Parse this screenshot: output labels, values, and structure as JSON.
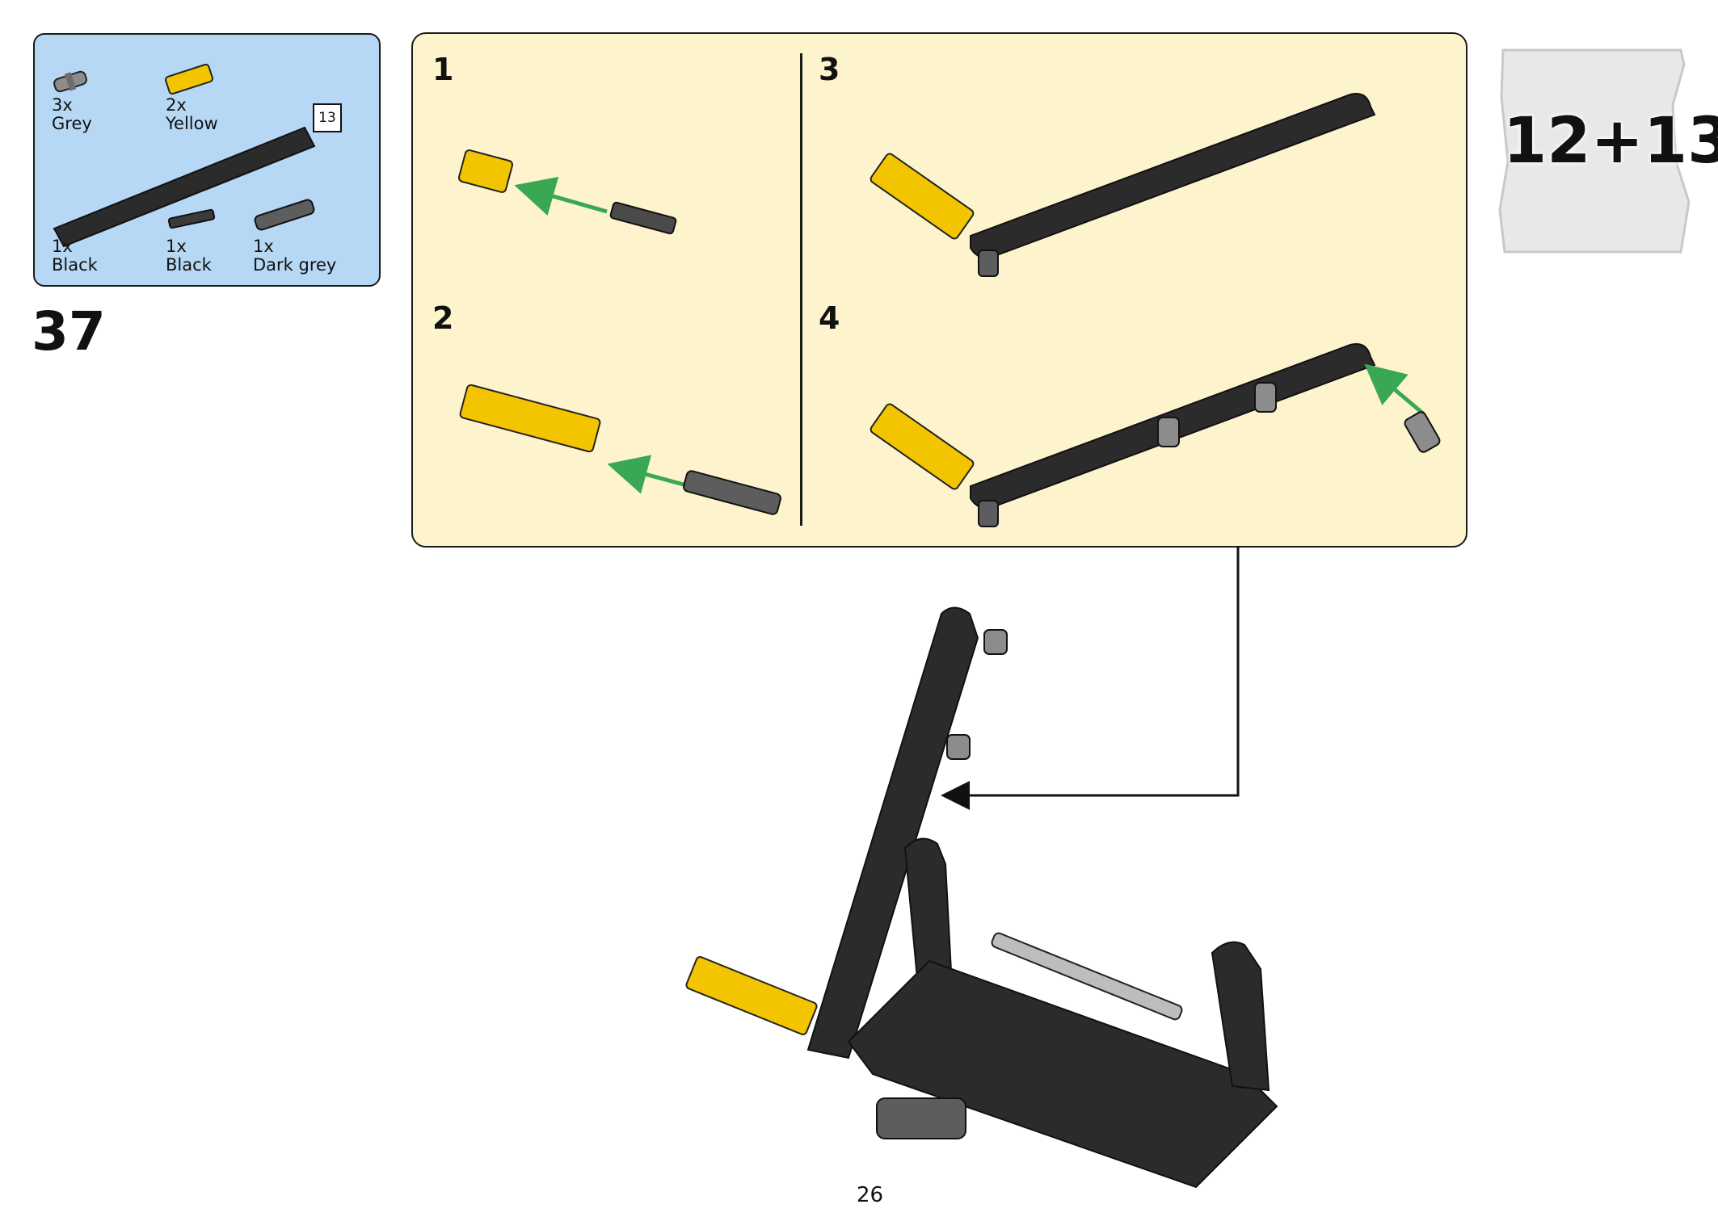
{
  "step": {
    "number": "37"
  },
  "parts": {
    "beam_length_badge": "13",
    "items": [
      {
        "qty": "3x",
        "color": "Grey"
      },
      {
        "qty": "2x",
        "color": "Yellow"
      },
      {
        "qty": "1x",
        "color": "Black"
      },
      {
        "qty": "1x",
        "color": "Black"
      },
      {
        "qty": "1x",
        "color": "Dark grey"
      }
    ]
  },
  "sub_steps": [
    "1",
    "2",
    "3",
    "4"
  ],
  "bag": {
    "label": "12+13"
  },
  "page": {
    "number": "26"
  },
  "colors": {
    "parts_box_bg": "#b7d8f5",
    "sub_panel_bg": "#fdf4cd",
    "beam_black": "#2b2b2b",
    "axle_yellow": "#f2c500",
    "pin_grey": "#8c8c8c",
    "arrow_green": "#3aa852"
  },
  "icons": [
    "beam-13-icon",
    "pin-grey-icon",
    "axle-yellow-icon",
    "axle-black-icon",
    "pin-darkgrey-icon",
    "parts-bag-icon"
  ]
}
